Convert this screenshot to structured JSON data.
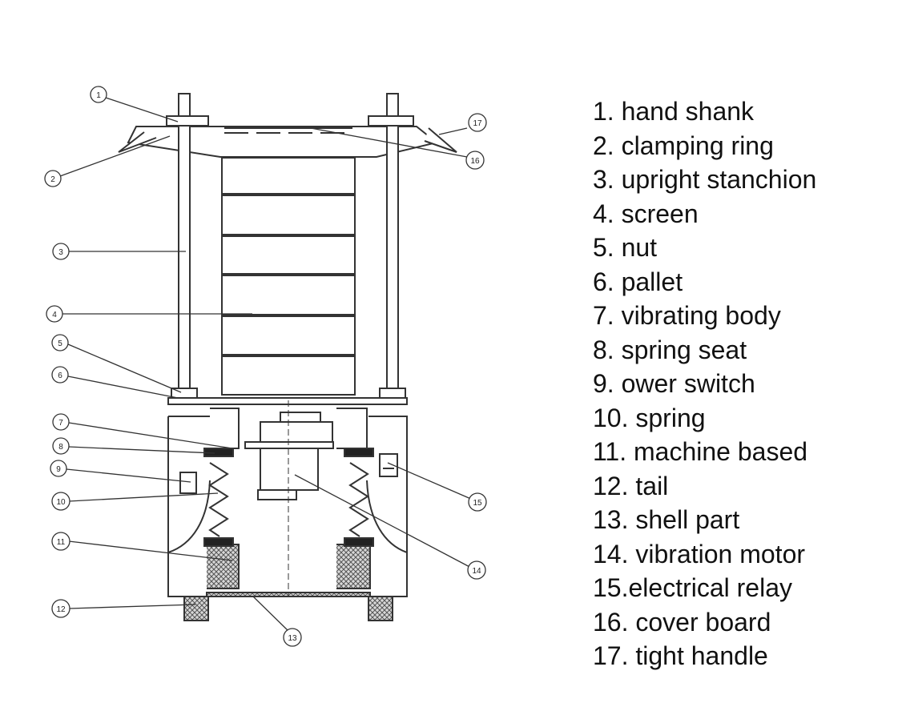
{
  "diagram": {
    "callouts": [
      "1",
      "2",
      "3",
      "4",
      "5",
      "6",
      "7",
      "8",
      "9",
      "10",
      "11",
      "12",
      "13",
      "14",
      "15",
      "16",
      "17"
    ]
  },
  "legend": [
    "1. hand shank",
    "2. clamping ring",
    "3. upright stanchion",
    "4. screen",
    "5. nut",
    "6. pallet",
    "7. vibrating body",
    "8. spring seat",
    "9. ower switch",
    "10. spring",
    "11. machine based",
    "12. tail",
    "13. shell part",
    "14. vibration motor",
    "15.electrical relay",
    "16. cover board",
    "17. tight handle"
  ]
}
